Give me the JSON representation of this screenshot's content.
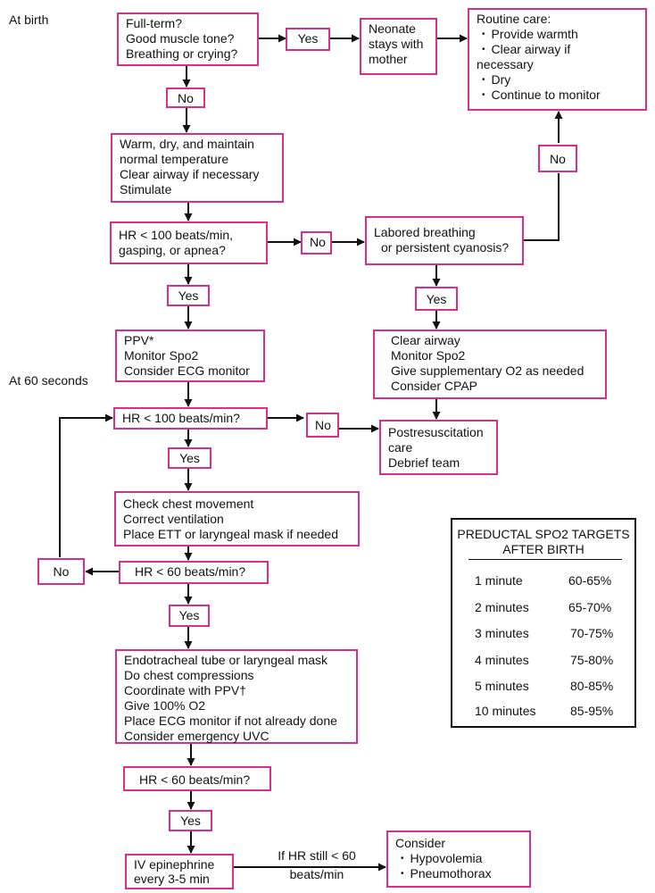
{
  "timepoints": {
    "at_birth": "At birth",
    "at_60_seconds": "At 60 seconds"
  },
  "nodes": {
    "assess_birth": {
      "lines": [
        "Full-term?",
        "Good muscle tone?",
        "Breathing or crying?"
      ]
    },
    "yes_1": "Yes",
    "neonate_with_mother": {
      "lines": [
        "Neonate",
        "stays with",
        "mother"
      ]
    },
    "routine_care": {
      "title": "Routine care:",
      "items": [
        "Provide warmth",
        "Clear airway if",
        "Dry",
        "Continue to monitor"
      ],
      "continuation": "necessary"
    },
    "no_1": "No",
    "initial_steps": {
      "lines": [
        "Warm, dry, and maintain",
        "normal temperature",
        "Clear airway if necessary",
        "Stimulate"
      ]
    },
    "hr_gasping": {
      "lines": [
        "HR < 100 beats/min,",
        "gasping, or apnea?"
      ]
    },
    "no_2": "No",
    "labored_breathing": {
      "lines": [
        "Labored breathing",
        "or persistent cyanosis?"
      ]
    },
    "no_3": "No",
    "yes_2": "Yes",
    "yes_3": "Yes",
    "ppv_block": {
      "lines": [
        "PPV*",
        "Monitor Spo2",
        "Consider ECG monitor"
      ]
    },
    "clear_airway_block": {
      "lines": [
        "Clear airway",
        "Monitor Spo2",
        "Give supplementary O2 as needed",
        "Consider CPAP"
      ]
    },
    "hr_lt_100": "HR < 100 beats/min?",
    "no_4": "No",
    "postresuscitation": {
      "lines": [
        "Postresuscitation",
        "care",
        "Debrief team"
      ]
    },
    "yes_4": "Yes",
    "ventilation_block": {
      "lines": [
        "Check chest movement",
        "Correct ventilation",
        "Place ETT or laryngeal mask if needed"
      ]
    },
    "no_5": "No",
    "hr_lt_60_a": "HR < 60 beats/min?",
    "yes_5": "Yes",
    "compressions_block": {
      "lines": [
        "Endotracheal tube or laryngeal mask",
        "Do chest compressions",
        "Coordinate with PPV†",
        "Give 100% O2",
        "Place ECG monitor if not already done",
        "Consider emergency UVC"
      ]
    },
    "hr_lt_60_b": "HR < 60 beats/min?",
    "yes_6": "Yes",
    "epinephrine": {
      "lines": [
        "IV epinephrine",
        "every 3-5 min"
      ]
    },
    "if_hr_still": {
      "lines": [
        "If HR still < 60",
        "beats/min"
      ]
    },
    "consider_block": {
      "title": "Consider",
      "items": [
        "Hypovolemia",
        "Pneumothorax"
      ]
    }
  },
  "spo2_table": {
    "title_lines": [
      "PREDUCTAL SPO2 TARGETS",
      "AFTER BIRTH"
    ],
    "rows": [
      {
        "time": "1 minute",
        "target": "60-65%"
      },
      {
        "time": "2 minutes",
        "target": "65-70%"
      },
      {
        "time": "3 minutes",
        "target": "70-75%"
      },
      {
        "time": "4 minutes",
        "target": "75-80%"
      },
      {
        "time": "5 minutes",
        "target": "80-85%"
      },
      {
        "time": "10 minutes",
        "target": "85-95%"
      }
    ]
  },
  "colors": {
    "box_border": "#d6308a",
    "line": "#111111",
    "text": "#111111"
  }
}
